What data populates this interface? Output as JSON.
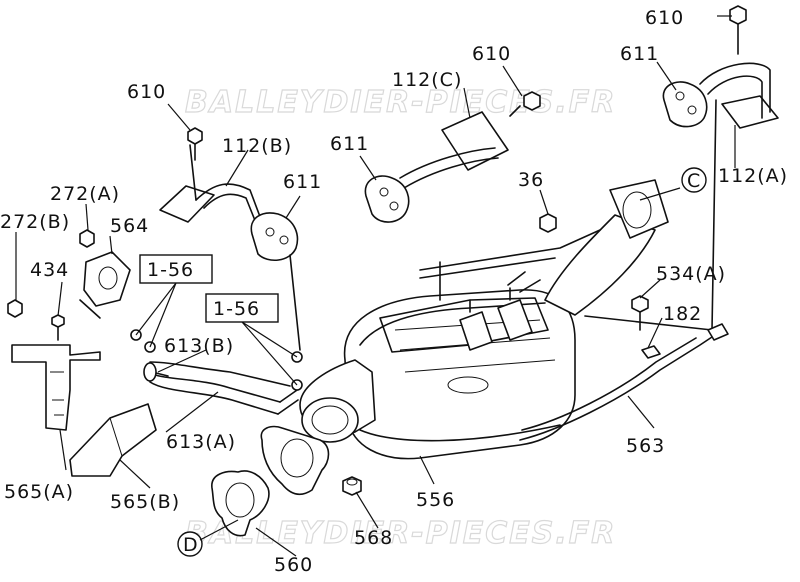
{
  "watermarks": [
    "BALLEYDIER-PIECES.FR",
    "BALLEYDIER-PIECES.FR"
  ],
  "labels": {
    "p610_top_right": "610",
    "p611_top_right": "611",
    "p112A": "112(A)",
    "p610_mid": "610",
    "p112C": "112(C)",
    "p611_mid": "611",
    "p610_left": "610",
    "p112B": "112(B)",
    "p611_left": "611",
    "p36": "36",
    "pC": "C",
    "p272A": "272(A)",
    "p272B": "272(B)",
    "p564": "564",
    "p434": "434",
    "ref156_a": "1-56",
    "ref156_b": "1-56",
    "p613B": "613(B)",
    "p613A": "613(A)",
    "p534A": "534(A)",
    "p182": "182",
    "p563": "563",
    "p565A": "565(A)",
    "p565B": "565(B)",
    "p556": "556",
    "p568": "568",
    "pD": "D",
    "p560": "560"
  }
}
